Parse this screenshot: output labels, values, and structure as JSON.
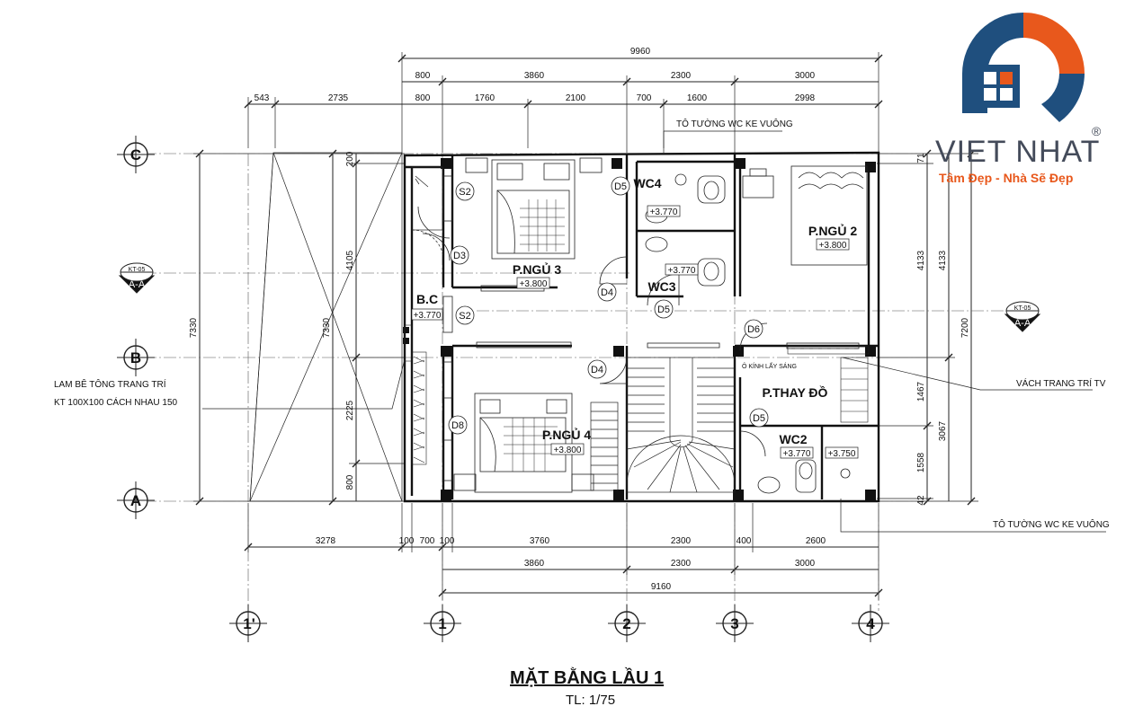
{
  "brand": {
    "name": "VIET NHAT",
    "registered": "®",
    "slogan": "Tâm Đẹp - Nhà Sẽ Đẹp",
    "colors": {
      "navy": "#1f4f7e",
      "orange": "#e8581c",
      "gray": "#444b5a"
    }
  },
  "title": "MẶT BẰNG LẦU 1",
  "scale": "TL: 1/75",
  "dims_top": {
    "total": "9960",
    "row1": [
      "800",
      "3860",
      "2300",
      "3000"
    ],
    "row2": [
      "543",
      "2735",
      "800",
      "1760",
      "2100",
      "700",
      "1600",
      "2998"
    ]
  },
  "dims_bottom": {
    "row1": [
      "3278",
      "100",
      "700",
      "100",
      "3760",
      "2300",
      "400",
      "2600"
    ],
    "row2": [
      "3860",
      "2300",
      "3000"
    ],
    "total": "9160"
  },
  "dims_left": {
    "outer": "7330",
    "inner": "7330",
    "segs": [
      "200",
      "4105",
      "2225",
      "800"
    ]
  },
  "dims_right": {
    "segs": [
      "71",
      "4133",
      "1467",
      "1558",
      "42"
    ],
    "mid": "4133",
    "mid2": "3067",
    "outer": "7200"
  },
  "grid": {
    "rows": [
      "C",
      "B",
      "A"
    ],
    "cols": [
      "1'",
      "1",
      "2",
      "3",
      "4"
    ]
  },
  "rooms": [
    {
      "name": "P.NGỦ 3",
      "level": "+3.800"
    },
    {
      "name": "P.NGỦ 2",
      "level": "+3.800"
    },
    {
      "name": "P.NGỦ 4",
      "level": "+3.800"
    },
    {
      "name": "P.THAY ĐỒ",
      "level": ""
    },
    {
      "name": "WC4",
      "level": "+3.770"
    },
    {
      "name": "WC3",
      "level": "+3.770"
    },
    {
      "name": "WC2",
      "level": "+3.770"
    },
    {
      "name": "B.C",
      "level": "+3.770"
    }
  ],
  "extra_level": "+3.750",
  "doors": [
    "S2",
    "D3",
    "S2",
    "D4",
    "D5",
    "D5",
    "D6",
    "D4",
    "D8",
    "D5"
  ],
  "notes": {
    "wc_top": "TÔ TƯỜNG WC KE VUÔNG",
    "wc_bottom": "TÔ TƯỜNG WC KE VUÔNG",
    "lam_line1": "LAM BÊ TÔNG TRANG TRÍ",
    "lam_line2": "KT 100X100 CÁCH NHAU 150",
    "tv": "VÁCH TRANG TRÍ TV",
    "glass": "Ô KÍNH LẤY SÁNG"
  },
  "section": {
    "ref": "KT-05",
    "label": "A-A"
  }
}
